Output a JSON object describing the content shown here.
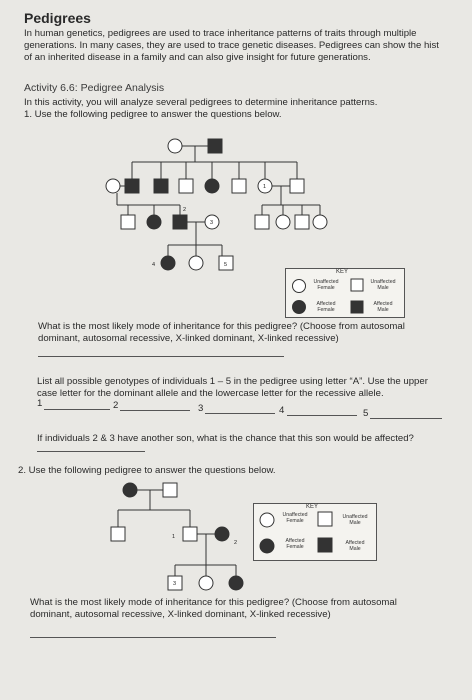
{
  "title": "Pedigrees",
  "intro": [
    "In human genetics, pedigrees are used to trace inheritance patterns of traits through multiple",
    "generations. In many cases, they are used to trace genetic diseases. Pedigrees can show the hist",
    "of an inherited disease in a family and can also give insight for future generations."
  ],
  "activity": {
    "heading": "Activity 6.6: Pedigree Analysis",
    "desc": "In this activity, you will analyze several pedigrees to determine inheritance patterns.",
    "q1_prompt": "1. Use the following pedigree to answer the questions below."
  },
  "pedigree1": {
    "labels": [
      "1",
      "2",
      "3",
      "4",
      "5"
    ]
  },
  "key": {
    "title": "KEY",
    "unaffected_female": [
      "Unaffected",
      "Female"
    ],
    "unaffected_male": [
      "Unaffected",
      "Male"
    ],
    "affected_female": [
      "Affected",
      "Female"
    ],
    "affected_male": [
      "Affected",
      "Male"
    ]
  },
  "q1": {
    "mode_question": [
      "What is the most likely mode of inheritance for this pedigree? (Choose from autosomal",
      "dominant, autosomal recessive, X-linked dominant, X-linked recessive)"
    ],
    "genotype_question": [
      "List all possible genotypes of individuals 1 – 5 in the pedigree using letter “A”. Use the upper",
      "case letter for the dominant allele and the lowercase letter for the recessive allele."
    ],
    "blank_numbers": [
      "1",
      "2",
      "3",
      "4",
      "5"
    ],
    "son_question": "If individuals 2 & 3 have another son, what is the chance that this son would be affected?"
  },
  "q2": {
    "prompt": "2. Use the following pedigree to answer the questions below.",
    "labels": [
      "1",
      "2",
      "3"
    ],
    "mode_question": [
      "What is the most likely mode of inheritance for this pedigree? (Choose from autosomal",
      "dominant, autosomal recessive, X-linked dominant, X-linked recessive)"
    ]
  }
}
